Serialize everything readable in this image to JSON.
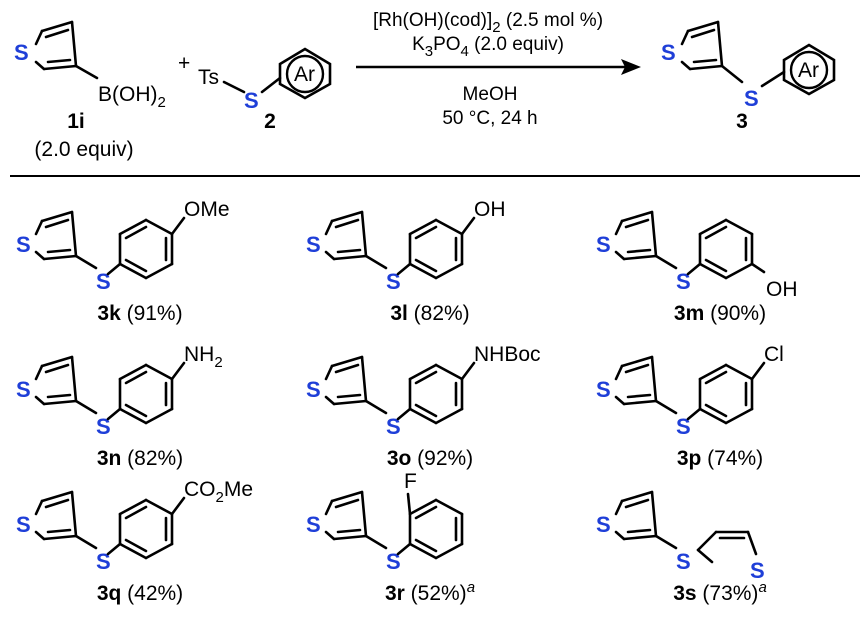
{
  "reaction": {
    "reactant1": {
      "id": "1i",
      "amount": "(2.0 equiv)",
      "group": "B(OH)",
      "group_sub": "2",
      "heteroatom": "S"
    },
    "plus": "+",
    "reactant2": {
      "id": "2",
      "group": "Ts",
      "heteroatom": "S",
      "ring_label": "Ar"
    },
    "conditions": {
      "catalyst_main": "[Rh(OH)(cod)]",
      "catalyst_sub": "2",
      "catalyst_tail": " (2.5 mol %)",
      "base_k": "K",
      "base_sub1": "3",
      "base_po": "PO",
      "base_sub2": "4",
      "base_tail": " (2.0 equiv)",
      "solvent": "MeOH",
      "temp_time": "50 °C, 24 h"
    },
    "product": {
      "id": "3",
      "heteroatom": "S",
      "ring_label": "Ar"
    }
  },
  "products": [
    {
      "id": "3k",
      "yield": " (91%)",
      "note": "",
      "substituent": "OMe"
    },
    {
      "id": "3l",
      "yield": " (82%)",
      "note": "",
      "substituent": "OH"
    },
    {
      "id": "3m",
      "yield": " (90%)",
      "note": "",
      "substituent": "OH"
    },
    {
      "id": "3n",
      "yield": " (82%)",
      "note": "",
      "substituent": "NH",
      "substituent_sub": "2"
    },
    {
      "id": "3o",
      "yield": " (92%)",
      "note": "",
      "substituent": "NHBoc"
    },
    {
      "id": "3p",
      "yield": " (74%)",
      "note": "",
      "substituent": "Cl"
    },
    {
      "id": "3q",
      "yield": " (42%)",
      "note": "",
      "substituent": "CO",
      "substituent_sub": "2",
      "substituent_tail": "Me"
    },
    {
      "id": "3r",
      "yield": " (52%)",
      "note": "a",
      "substituent": "F"
    },
    {
      "id": "3s",
      "yield": " (73%)",
      "note": "a",
      "substituent": ""
    }
  ],
  "colors": {
    "heteroatom_S": "#1f3fd8",
    "ink": "#000000",
    "background": "#ffffff"
  }
}
